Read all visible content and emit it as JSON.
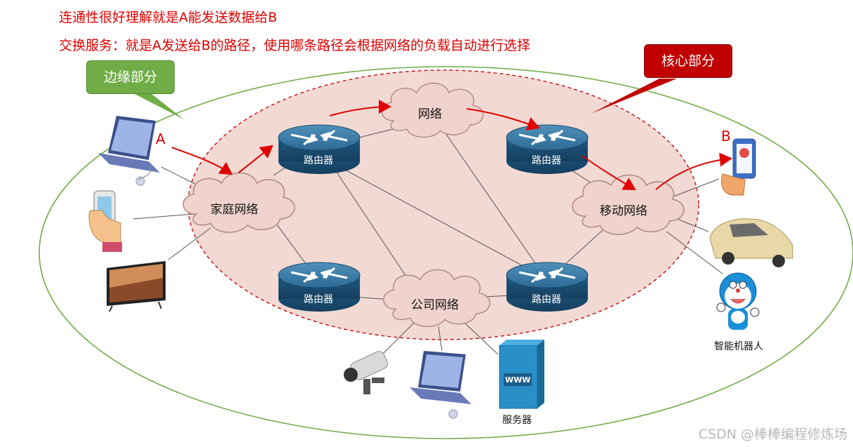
{
  "header": {
    "line1": "连通性很好理解就是A能发送数据给B",
    "line2": "交换服务：就是A发送给B的路径，使用哪条路径会根据网络的负载自动进行选择"
  },
  "callouts": {
    "edge": "边缘部分",
    "core": "核心部分"
  },
  "clouds": {
    "top": "网络",
    "home": "家庭网络",
    "mobile": "移动网络",
    "company": "公司网络"
  },
  "routers": {
    "label": "路由器"
  },
  "endpoints": {
    "a": "A",
    "b": "B",
    "robot": "智能机器人",
    "server": "服务器",
    "server_tag": "WWW"
  },
  "watermark": "CSDN @棒棒编程修炼场",
  "colors": {
    "accent_red": "#e00000",
    "edge_green": "#70ad47",
    "core_fill": "#f2d9d3",
    "router_blue": "#1f5f8b"
  }
}
